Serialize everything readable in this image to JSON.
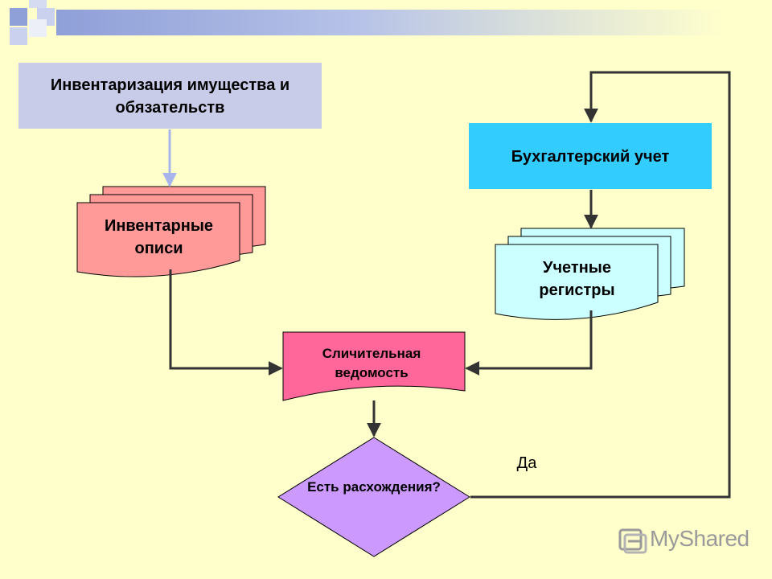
{
  "boxes": {
    "inventory": "Инвентаризация имущества и обязательств",
    "inventory_lists": "Инвентарные описи",
    "accounting": "Бухгалтерский учет",
    "registers": "Учетные регистры",
    "comparison_sheet": "Сличительная ведомость",
    "decision": "Есть расхождения?"
  },
  "edge_labels": {
    "yes": "Да"
  },
  "logo": {
    "text": "MyShared"
  }
}
